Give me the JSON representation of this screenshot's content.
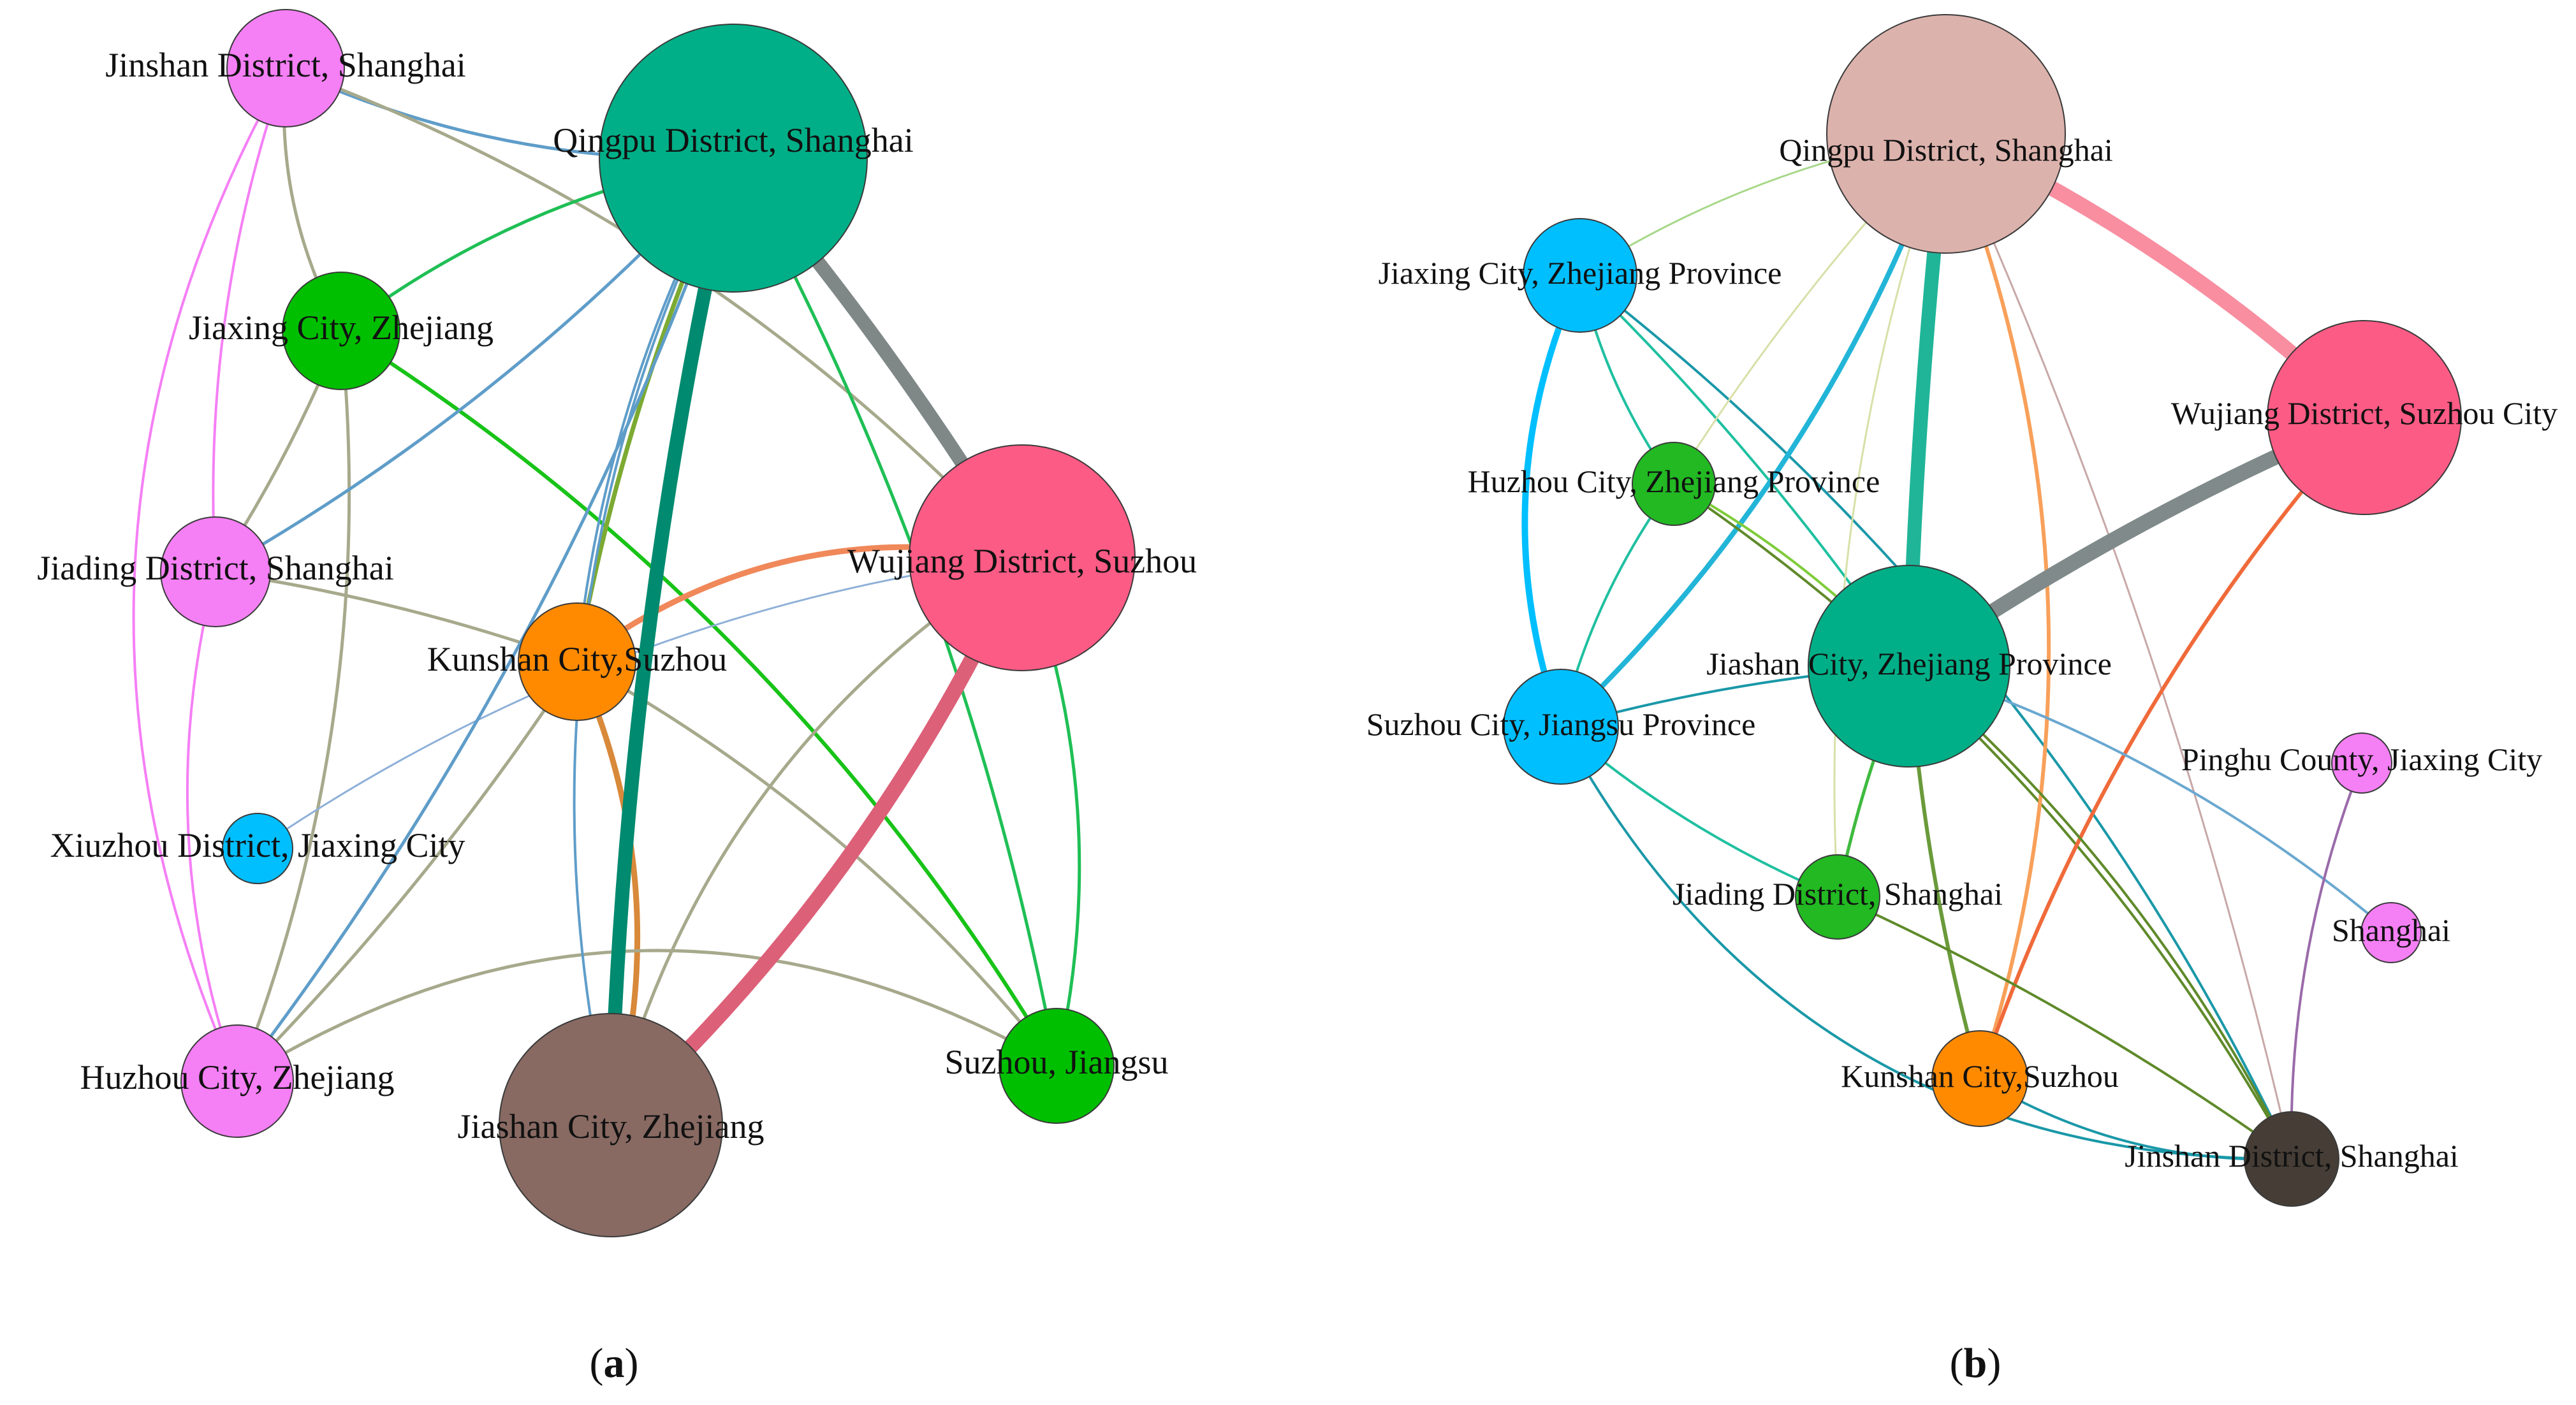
{
  "panels": [
    {
      "id": "a",
      "caption": "(a)",
      "nodes": [
        {
          "id": "qingpu",
          "label": "Qingpu District, Shanghai",
          "color": "#00af87"
        },
        {
          "id": "wujiang",
          "label": "Wujiang District, Suzhou",
          "color": "#fc5b85"
        },
        {
          "id": "jiashan",
          "label": "Jiashan City, Zhejiang",
          "color": "#886a63"
        },
        {
          "id": "kunshan",
          "label": "Kunshan City,Suzhou",
          "color": "#ff8a00"
        },
        {
          "id": "suzhou",
          "label": "Suzhou, Jiangsu",
          "color": "#00bf00"
        },
        {
          "id": "jiaxing",
          "label": "Jiaxing City, Zhejiang",
          "color": "#00bf00"
        },
        {
          "id": "jinshan",
          "label": "Jinshan District, Shanghai",
          "color": "#f57ff5"
        },
        {
          "id": "jiading",
          "label": "Jiading District, Shanghai",
          "color": "#f57ff5"
        },
        {
          "id": "huzhou",
          "label": "Huzhou City, Zhejiang",
          "color": "#f57ff5"
        },
        {
          "id": "xiuzhou",
          "label": "Xiuzhou District, Jiaxing City",
          "color": "#00bfff"
        }
      ]
    },
    {
      "id": "b",
      "caption": "(b)",
      "nodes": [
        {
          "id": "qingpu",
          "label": "Qingpu District, Shanghai",
          "color": "#dcb2ac"
        },
        {
          "id": "wujiang",
          "label": "Wujiang District, Suzhou City",
          "color": "#fc5b85"
        },
        {
          "id": "jiashan",
          "label": "Jiashan City, Zhejiang Province",
          "color": "#00af87"
        },
        {
          "id": "jiaxing",
          "label": "Jiaxing City, Zhejiang Province",
          "color": "#00bfff"
        },
        {
          "id": "suzhou",
          "label": "Suzhou City, Jiangsu Province",
          "color": "#00bfff"
        },
        {
          "id": "huzhou",
          "label": "Huzhou City, Zhejiang Province",
          "color": "#22b922"
        },
        {
          "id": "jiading",
          "label": "Jiading District, Shanghai",
          "color": "#22b922"
        },
        {
          "id": "kunshan",
          "label": "Kunshan City,Suzhou",
          "color": "#ff8a00"
        },
        {
          "id": "jinshan",
          "label": "Jinshan District, Shanghai",
          "color": "#463e36"
        },
        {
          "id": "pinghu",
          "label": "Pinghu County, Jiaxing City",
          "color": "#f57ff5"
        },
        {
          "id": "shanghai",
          "label": "Shanghai",
          "color": "#f57ff5"
        }
      ]
    }
  ]
}
